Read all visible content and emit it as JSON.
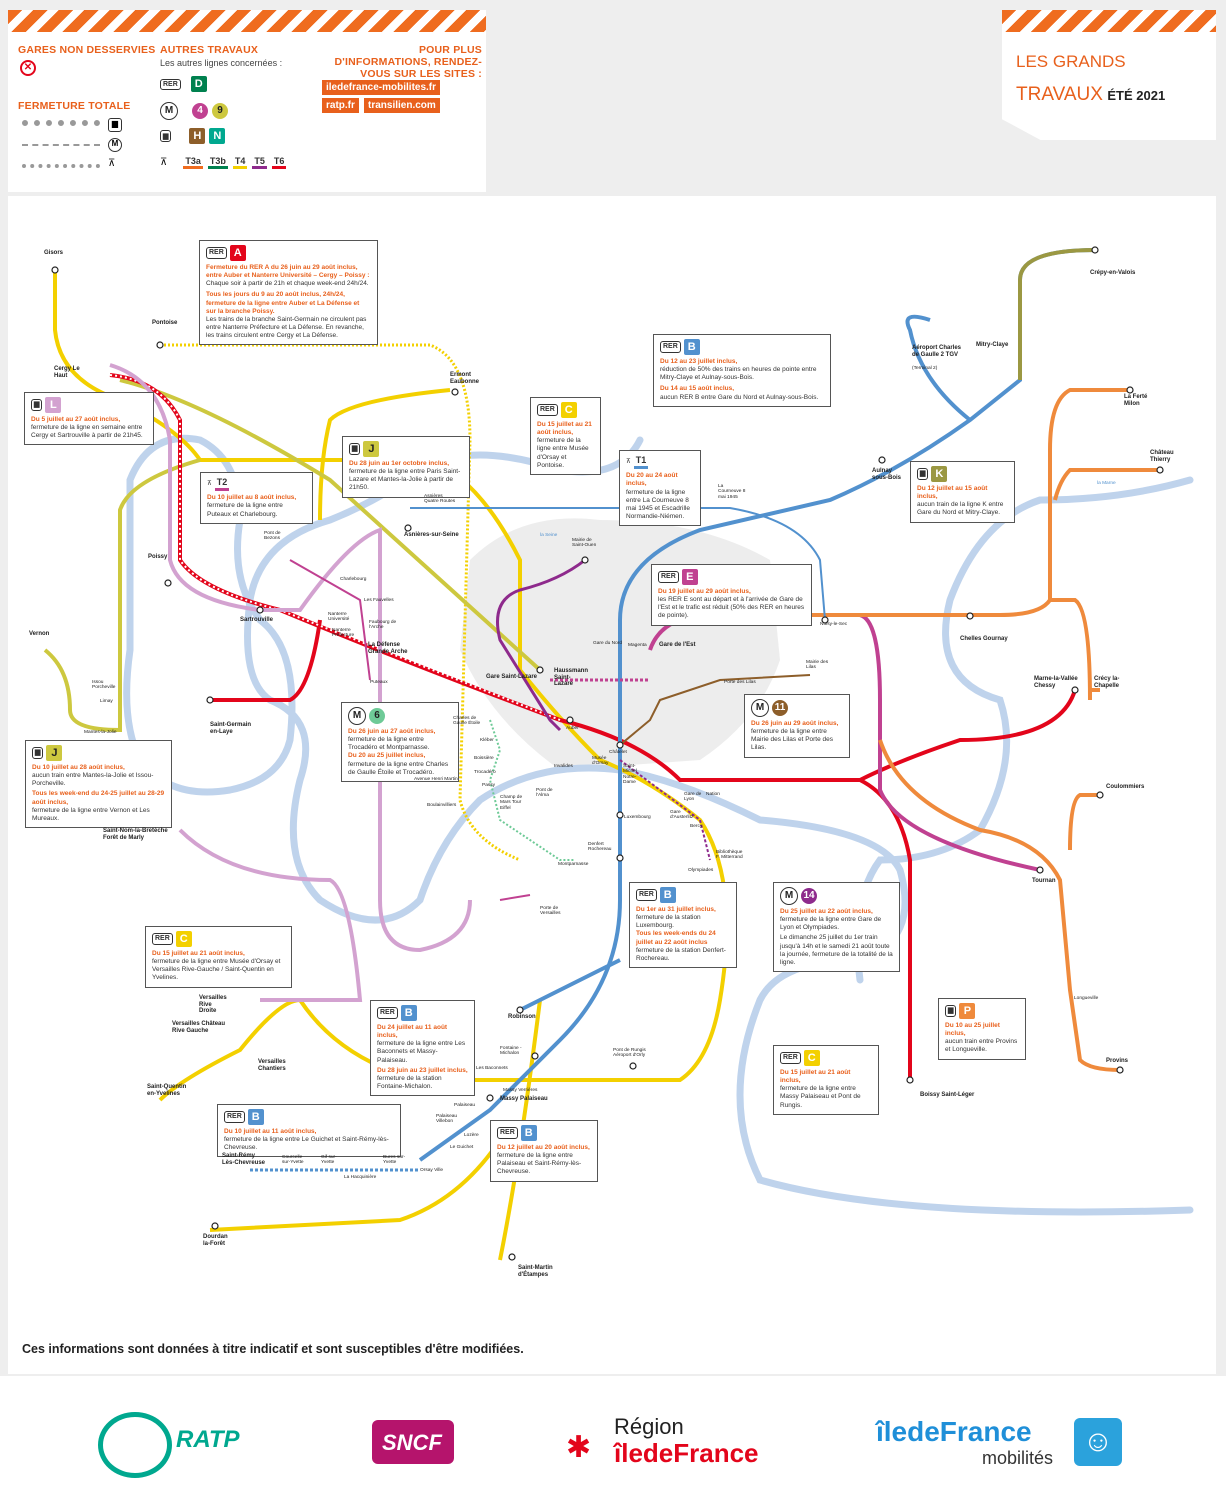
{
  "title": {
    "line1": "LES GRANDS",
    "line2_a": "TRAVAUX",
    "line2_b": "ÉTÉ 2021"
  },
  "legend": {
    "non_desservies": "GARES NON DESSERVIES",
    "fermeture": "FERMETURE TOTALE",
    "autres": "AUTRES TRAVAUX",
    "autres_sub": "Les autres lignes concernées :",
    "plus_info": "POUR PLUS D'INFORMATIONS, RENDEZ-VOUS SUR LES SITES :",
    "site1": "iledefrance-mobilites.fr",
    "site2": "ratp.fr",
    "site3": "transilien.com",
    "rer_lines": [
      "D"
    ],
    "metro_lines": [
      "4",
      "9"
    ],
    "train_lines": [
      "H",
      "N"
    ],
    "tram_lines": [
      "T3a",
      "T3b",
      "T4",
      "T5",
      "T6"
    ]
  },
  "colors": {
    "rer_a": "#e3051b",
    "rer_b": "#5291ce",
    "rer_c": "#f3d000",
    "rer_d": "#00814f",
    "rer_e": "#c04191",
    "seine": "#b8cde8",
    "orange": "#ef6c1f"
  },
  "boxes": {
    "rerA": {
      "line": "A",
      "h1": "Fermeture du RER A du 26 juin au 29 août inclus, entre Auber et Nanterre Université – Cergy – Poissy :",
      "t1": "Chaque soir à partir de 21h et chaque week-end 24h/24.",
      "h2": "Tous les jours du 9 au 20 août inclus, 24h/24, fermeture de la ligne entre Auber et La Défense et sur la branche Poissy.",
      "t2": "Les trains de la branche Saint-Germain ne circulent pas entre Nanterre Préfecture et La Défense. En revanche, les trains circulent entre Cergy et La Défense."
    },
    "rerB1": {
      "line": "B",
      "h1": "Du 12 au 23 juillet inclus,",
      "t1": "réduction de 50% des trains en heures de pointe entre Mitry-Claye et Aulnay-sous-Bois.",
      "h2": "Du 14 au 15 août inclus,",
      "t2": "aucun RER B entre Gare du Nord et Aulnay-sous-Bois."
    },
    "L1": {
      "line": "L",
      "h1": "Du 5 juillet au 27 août inclus,",
      "t1": "fermeture de la ligne en semaine entre Cergy et Sartrouville à partir de 21h45."
    },
    "C1": {
      "line": "C",
      "h1": "Du 15 juillet au 21 août inclus,",
      "t1": "fermeture de la ligne entre Musée d'Orsay et Pontoise."
    },
    "J1": {
      "line": "J",
      "h1": "Du 28 juin au 1er octobre inclus,",
      "t1": "fermeture de la ligne entre Paris Saint-Lazare et Mantes-la-Jolie à partir de 21h50."
    },
    "T1": {
      "line": "T1",
      "h1": "Du 20 au 24 août inclus,",
      "t1": "fermeture de la ligne entre La Courneuve 8 mai 1945 et Escadrille Normandie-Niémen."
    },
    "K1": {
      "line": "K",
      "h1": "Du 12 juillet au 15 août inclus,",
      "t1": "aucun train de la ligne K entre Gare du Nord et Mitry-Claye."
    },
    "T2": {
      "line": "T2",
      "h1": "Du 10 juillet au 8 août inclus,",
      "t1": "fermeture de la ligne entre Puteaux et Charlebourg."
    },
    "E1": {
      "line": "E",
      "h1": "Du 19 juillet au 29 août inclus,",
      "t1": "les RER E sont au départ et à l'arrivée de Gare de l'Est et le trafic est réduit (50% des RER en heures de pointe)."
    },
    "M11": {
      "line": "11",
      "h1": "Du 26 juin au 29 août inclus,",
      "t1": "fermeture de la ligne entre Mairie des Lilas et Porte des Lilas."
    },
    "M6": {
      "line": "6",
      "h1": "Du 26 juin au 27 août inclus,",
      "t1": "fermeture de la ligne entre Trocadéro et Montparnasse.",
      "h2": "Du 20 au 25 juillet inclus,",
      "t2": "fermeture de la ligne entre Charles de Gaulle Étoile et Trocadéro."
    },
    "J2": {
      "line": "J",
      "h1": "Du 10 juillet au 28 août inclus,",
      "t1": "aucun train entre Mantes-la-Jolie et Issou-Porcheville.",
      "h2": "Tous les week-end du 24-25 juillet au 28-29 août inclus,",
      "t2": "fermeture de la ligne entre Vernon et Les Mureaux."
    },
    "B2": {
      "line": "B",
      "h1": "Du 1er au 31 juillet inclus,",
      "t1": "fermeture de la station Luxembourg.",
      "h2": "Tous les week-ends du 24 juillet au 22 août inclus",
      "t2": "fermeture de la station Denfert-Rochereau."
    },
    "M14": {
      "line": "14",
      "h1": "Du 25 juillet au 22 août inclus,",
      "t1": "fermeture de la ligne entre Gare de Lyon et Olympiades.",
      "t2": "Le dimanche 25 juillet du 1er train jusqu'à 14h et le samedi 21 août toute la journée, fermeture de la totalité de la ligne."
    },
    "C2": {
      "line": "C",
      "h1": "Du 15 juillet au 21 août inclus,",
      "t1": "fermeture de la ligne entre Musée d'Orsay et Versailles Rive-Gauche / Saint-Quentin en Yvelines."
    },
    "B3": {
      "line": "B",
      "h1": "Du 24 juillet au 11 août inclus,",
      "t1": "fermeture de la ligne entre Les Baconnets et Massy-Palaiseau.",
      "h2": "Du 28 juin au 23 juillet inclus,",
      "t2": "fermeture de la station Fontaine-Michalon."
    },
    "P1": {
      "line": "P",
      "h1": "Du 10 au 25 juillet inclus,",
      "t1": "aucun train entre Provins et Longueville."
    },
    "C3": {
      "line": "C",
      "h1": "Du 15 juillet au 21 août inclus,",
      "t1": "fermeture de la ligne entre Massy Palaiseau et Pont de Rungis."
    },
    "B4": {
      "line": "B",
      "h1": "Du 10 juillet au 11 août inclus,",
      "t1": "fermeture de la ligne entre Le Guichet et Saint-Rémy-lès-Chevreuse."
    },
    "B5": {
      "line": "B",
      "h1": "Du 12 juillet au 20 août inclus,",
      "t1": "fermeture de la ligne entre Palaiseau et Saint-Rémy-lès-Chevreuse."
    }
  },
  "stations": {
    "gisors": "Gisors",
    "pontoise": "Pontoise",
    "cergy": "Cergy Le Haut",
    "ermont": "Ermont Eaubonne",
    "crepy": "Crépy-en-Valois",
    "cdg": "Aéroport Charles de Gaulle 2 TGV",
    "terminal": "(Terminal 2)",
    "mitry": "Mitry-Claye",
    "laferte": "La Ferté Milon",
    "chateau": "Château Thierry",
    "aulnay": "Aulnay sous-Bois",
    "asnieres": "Asnières-sur-Seine",
    "poissy": "Poissy",
    "sartrouville": "Sartrouville",
    "vernon": "Vernon",
    "nanterreu": "Nanterre Université",
    "nanterrep": "Nanterre Préfecture",
    "defense": "La Défense Grande Arche",
    "puteaux": "Puteaux",
    "stgermain": "Saint-Germain en-Laye",
    "mantes": "Mantes-la-Jolie",
    "issou": "Issou Porcheville",
    "limay": "Limay",
    "stlazare": "Gare Saint-Lazare",
    "haussmann": "Haussmann Saint-Lazare",
    "garenord": "Gare du Nord",
    "gareest": "Gare de l'Est",
    "magenta": "Magenta",
    "chelles": "Chelles Gournay",
    "noisy": "Noisy-le-Sec",
    "mairielilas": "Mairie des Lilas",
    "portelilas": "Porte des Lilas",
    "mlv": "Marne-la-Vallée Chessy",
    "crecy": "Crécy la-Chapelle",
    "auber": "Auber",
    "chatelet": "Châtelet",
    "musee": "Musée d'Orsay",
    "stmichel": "Saint-Michel Notre-Dame",
    "gdl": "Gare de Lyon",
    "nation": "Nation",
    "austerlitz": "Gare d'Austerlitz",
    "bercy": "Bercy",
    "bnf": "Bibliothèque F. Mitterrand",
    "olympiades": "Olympiades",
    "luxembourg": "Luxembourg",
    "denfert": "Denfert Rochereau",
    "montparnasse": "Montparnasse",
    "cdge": "Charles de Gaulle Étoile",
    "kleber": "Kléber",
    "trocadero": "Trocadéro",
    "passy": "Passy",
    "boissiere": "Boissière",
    "invalides": "Invalides",
    "pontalma": "Pont de l'Alma",
    "champdemars": "Champ de Mars Tour Eiffel",
    "avhenri": "Avenue Henri Martin",
    "boulainvilliers": "Boulainvilliers",
    "stnom": "Saint-Nom-la-Bretèche Forêt de Marly",
    "coulommiers": "Coulommiers",
    "tournan": "Tournan",
    "versaillesrd": "Versailles Rive Droite",
    "versaillesch": "Versailles Château Rive Gauche",
    "versailleschantiers": "Versailles Chantiers",
    "sqy": "Saint-Quentin en-Yvelines",
    "robinson": "Robinson",
    "fontaine": "Fontaine - Michalon",
    "baconnets": "Les Baconnets",
    "massyv": "Massy Verrières",
    "massyp": "Massy Palaiseau",
    "pontrungis": "Pont de Rungis Aéroport d'Orly",
    "boissy": "Boissy Saint-Léger",
    "provins": "Provins",
    "longueville": "Longueville",
    "palaiseau": "Palaiseau",
    "palaiseauv": "Palaiseau Villebon",
    "lozere": "Lozère",
    "guichet": "Le Guichet",
    "orsay": "Orsay Ville",
    "bures": "Bures sur-Yvette",
    "gif": "Gif sur-Yvette",
    "courcelle": "Courcelle sur-Yvette",
    "hacquiniere": "La Hacquinière",
    "stremy": "Saint-Rémy Lès-Chevreuse",
    "dourdan": "Dourdan la-Forêt",
    "stmartin": "Saint-Martin d'Étampes",
    "mairiestouen": "Mairie de Saint-Ouen",
    "courneuve": "La Courneuve 8 mai 1945",
    "pontbezons": "Pont de Bezons",
    "charlebourg": "Charlebourg",
    "fauconnieres": "Les Fauvelles",
    "faubourg": "Faubourg de l'Arche",
    "asnieresqr": "Asnières Quatre Routes",
    "portedeversailles": "Porte de Versailles",
    "seine": "la Seine",
    "marne": "la Marne"
  },
  "footer": {
    "note": "Ces informations sont données à titre indicatif et sont susceptibles d'être modifiées.",
    "ratp": "RATP",
    "sncf": "SNCF",
    "region1": "Région",
    "region2": "îledeFrance",
    "idfm1": "îledeFrance",
    "idfm2": "mobilités"
  }
}
